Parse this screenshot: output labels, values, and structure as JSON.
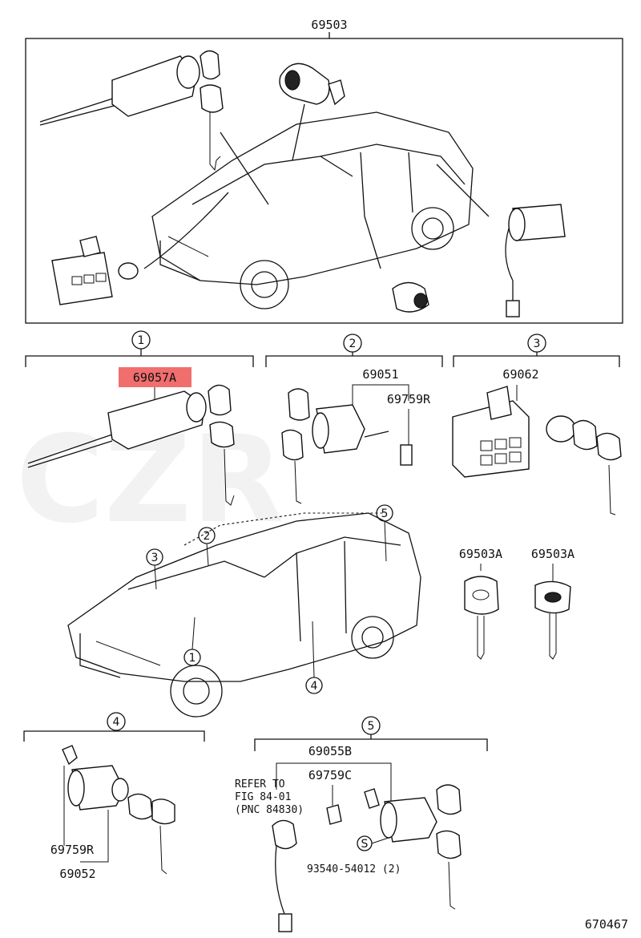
{
  "diagram": {
    "top_assembly": "69503",
    "callouts": [
      "1",
      "2",
      "3",
      "4",
      "5"
    ],
    "section1": {
      "callout": "1",
      "part": "69057A",
      "part_highlight": "#e05555"
    },
    "section2": {
      "callout": "2",
      "part_a": "69051",
      "part_b": "69759R"
    },
    "section3": {
      "callout": "3",
      "part": "69062"
    },
    "keys": {
      "key_a": "69503A",
      "key_b": "69503A"
    },
    "section4": {
      "callout": "4",
      "part_a": "69759R",
      "part_b": "69052"
    },
    "section5": {
      "callout": "5",
      "part_a": "69055B",
      "part_b": "69759C",
      "refer_line1": "REFER TO",
      "refer_line2": "FIG 84-01",
      "refer_line3": "(PNC 84830)",
      "screw_symbol": "S",
      "screw_part": "93540-54012 (2)"
    },
    "figure_number": "670467"
  }
}
